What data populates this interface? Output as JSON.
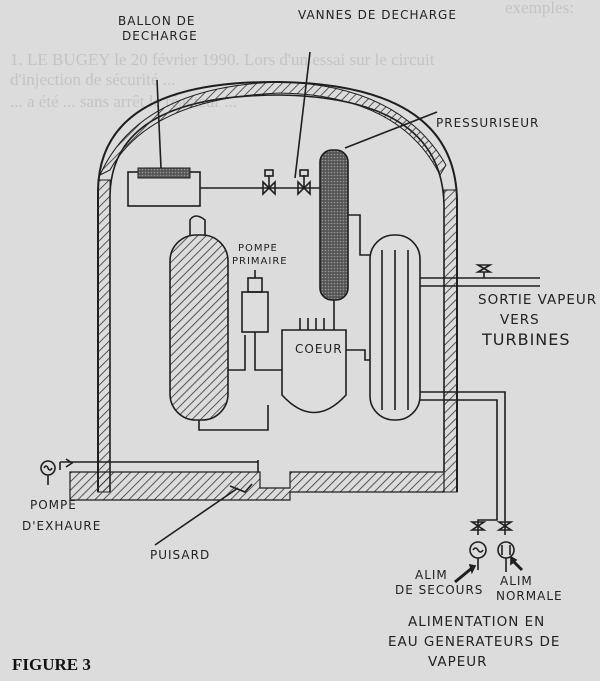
{
  "figure_label": "FIGURE 3",
  "background_text": [
    "exemples:",
    "1. LE BUGEY le 20 février 1990. Lors d'un essai sur le circuit",
    "d'injection de sécurité ...",
    "... a été ... sans arrêt le réacteur ..."
  ],
  "labels": {
    "ballon_decharge_1": "BALLON DE",
    "ballon_decharge_2": "DECHARGE",
    "vannes_decharge": "VANNES DE DECHARGE",
    "pressuriseur": "PRESSURISEUR",
    "pompe_primaire_1": "POMPE",
    "pompe_primaire_2": "PRIMAIRE",
    "coeur": "COEUR",
    "sortie_vapeur_1": "SORTIE VAPEUR",
    "sortie_vapeur_2": "VERS",
    "sortie_vapeur_3": "TURBINES",
    "pompe_exhaure_1": "POMPE",
    "pompe_exhaure_2": "D'EXHAURE",
    "puisard": "PUISARD",
    "alim_secours_1": "ALIM",
    "alim_secours_2": "DE SECOURS",
    "alim_normale_1": "ALIM",
    "alim_normale_2": "NORMALE",
    "alimentation_1": "ALIMENTATION EN",
    "alimentation_2": "EAU GENERATEURS DE",
    "alimentation_3": "VAPEUR"
  }
}
